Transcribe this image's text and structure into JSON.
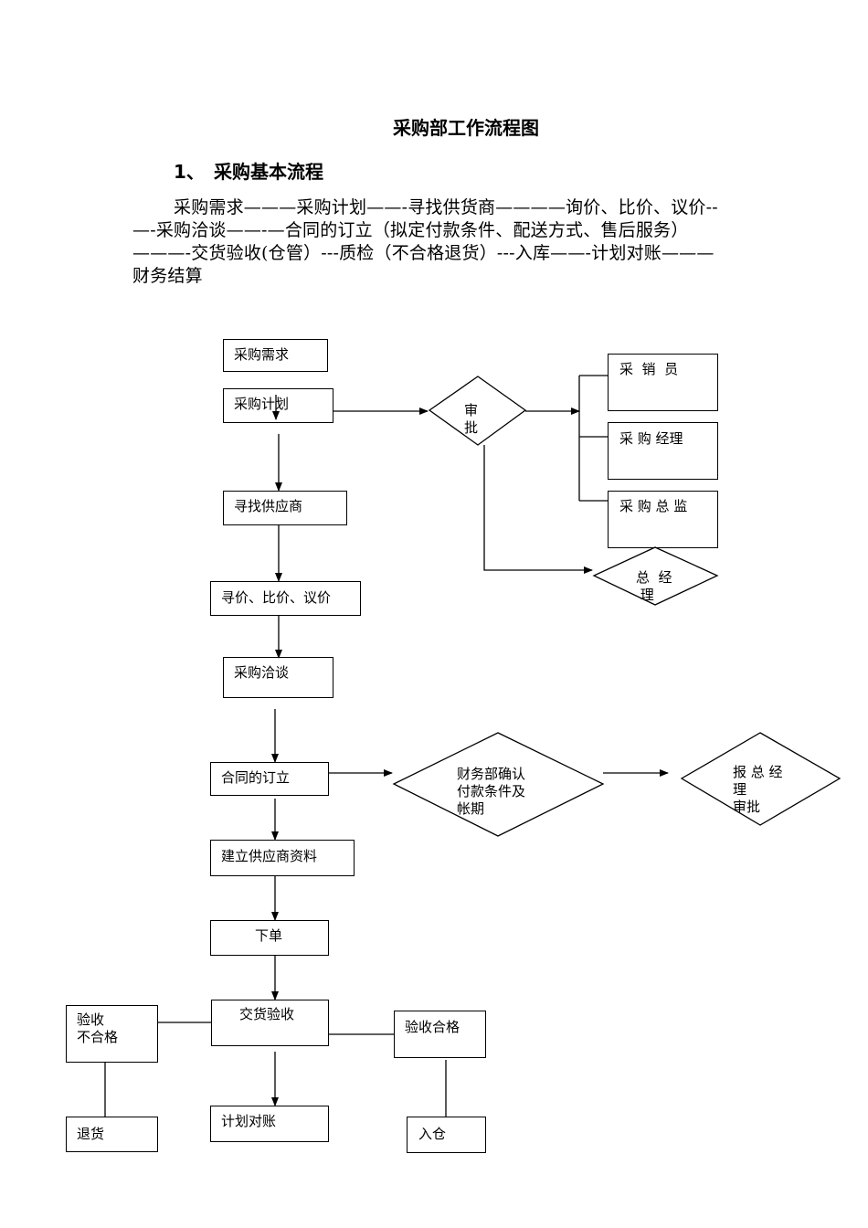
{
  "title": "采购部工作流程图",
  "section": {
    "number": "1、",
    "heading": "采购基本流程"
  },
  "paragraph": {
    "line1": "采购需求———采购计划——-寻找供货商————询价、比价、议价--",
    "line2": "—-采购洽谈——-—合同的订立（拟定付款条件、配送方式、售后服务）",
    "line3": "———-交货验收(仓管）---质检（不合格退货）---入库——-计划对账———",
    "line4": "财务结算"
  },
  "flow": {
    "demand": "采购需求",
    "plan": "采购计划",
    "approve": "审\n批",
    "salesperson": "采  销  员",
    "manager": "采 购 经理",
    "director": "采 购 总 监",
    "gm": "总  经\n 理",
    "find_supplier": "寻找供应商",
    "inquiry": "寻价、比价、议价",
    "negotiation": "采购洽谈",
    "contract": "合同的订立",
    "finance": "财务部确认\n付款条件及\n帐期",
    "gm_approve": "报 总 经\n理\n审批",
    "supplier_profile": "建立供应商资料",
    "order": "下单",
    "delivery": "交货验收",
    "reject_inspection": "验收\n不合格",
    "pass_inspection": "验收合格",
    "return": "退货",
    "reconcile": "计划对账",
    "warehouse": "入仓"
  }
}
